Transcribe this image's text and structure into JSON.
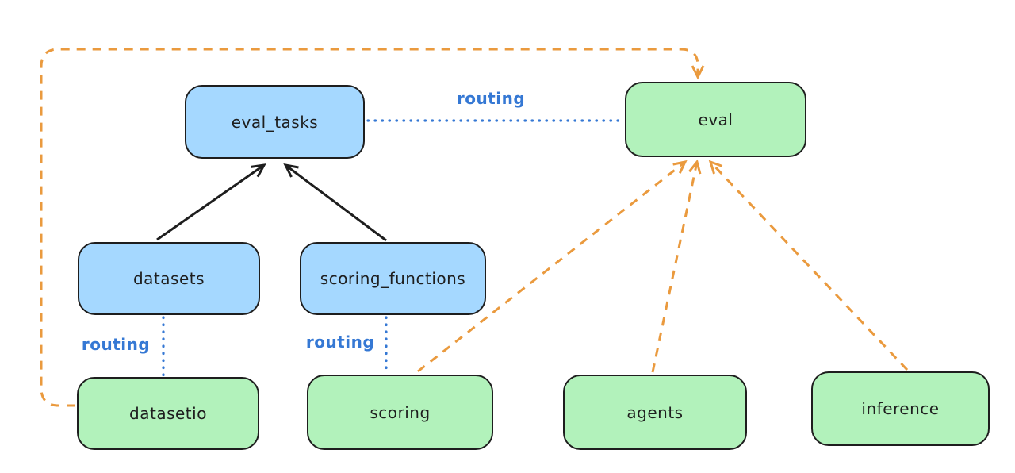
{
  "diagram": {
    "background": "#ffffff",
    "colors": {
      "node_stroke": "#1e1e1e",
      "node_text": "#1e1e1e",
      "blue_fill": "#a5d8ff",
      "green_fill": "#b2f2bb",
      "black_arrow": "#1e1e1e",
      "blue_dotted": "#3578d4",
      "label_blue": "#3578d4",
      "orange_dashed": "#ea9a3e"
    },
    "nodes": {
      "eval_tasks": {
        "label": "eval_tasks",
        "fill": "#a5d8ff"
      },
      "eval": {
        "label": "eval",
        "fill": "#b2f2bb"
      },
      "datasets": {
        "label": "datasets",
        "fill": "#a5d8ff"
      },
      "scoring_functions": {
        "label": "scoring_functions",
        "fill": "#a5d8ff"
      },
      "datasetio": {
        "label": "datasetio",
        "fill": "#b2f2bb"
      },
      "scoring": {
        "label": "scoring",
        "fill": "#b2f2bb"
      },
      "agents": {
        "label": "agents",
        "fill": "#b2f2bb"
      },
      "inference": {
        "label": "inference",
        "fill": "#b2f2bb"
      }
    },
    "labels": {
      "routing_eval_tasks_eval": "routing",
      "routing_datasets_datasetio": "routing",
      "routing_scoring_functions_scoring": "routing"
    },
    "edges": [
      {
        "from": "datasets",
        "to": "eval_tasks",
        "style": "solid",
        "color": "#1e1e1e",
        "arrowhead": "end"
      },
      {
        "from": "scoring_functions",
        "to": "eval_tasks",
        "style": "solid",
        "color": "#1e1e1e",
        "arrowhead": "end"
      },
      {
        "from": "eval_tasks",
        "to": "eval",
        "style": "dotted",
        "color": "#3578d4",
        "label": "routing",
        "arrowhead": "none"
      },
      {
        "from": "datasets",
        "to": "datasetio",
        "style": "dotted",
        "color": "#3578d4",
        "label": "routing",
        "arrowhead": "none"
      },
      {
        "from": "scoring_functions",
        "to": "scoring",
        "style": "dotted",
        "color": "#3578d4",
        "label": "routing",
        "arrowhead": "none"
      },
      {
        "from": "datasetio",
        "to": "eval",
        "style": "dashed",
        "color": "#ea9a3e",
        "arrowhead": "end",
        "route": "left-edge-and-top"
      },
      {
        "from": "scoring",
        "to": "eval",
        "style": "dashed",
        "color": "#ea9a3e",
        "arrowhead": "end"
      },
      {
        "from": "agents",
        "to": "eval",
        "style": "dashed",
        "color": "#ea9a3e",
        "arrowhead": "end"
      },
      {
        "from": "inference",
        "to": "eval",
        "style": "dashed",
        "color": "#ea9a3e",
        "arrowhead": "end"
      }
    ]
  }
}
